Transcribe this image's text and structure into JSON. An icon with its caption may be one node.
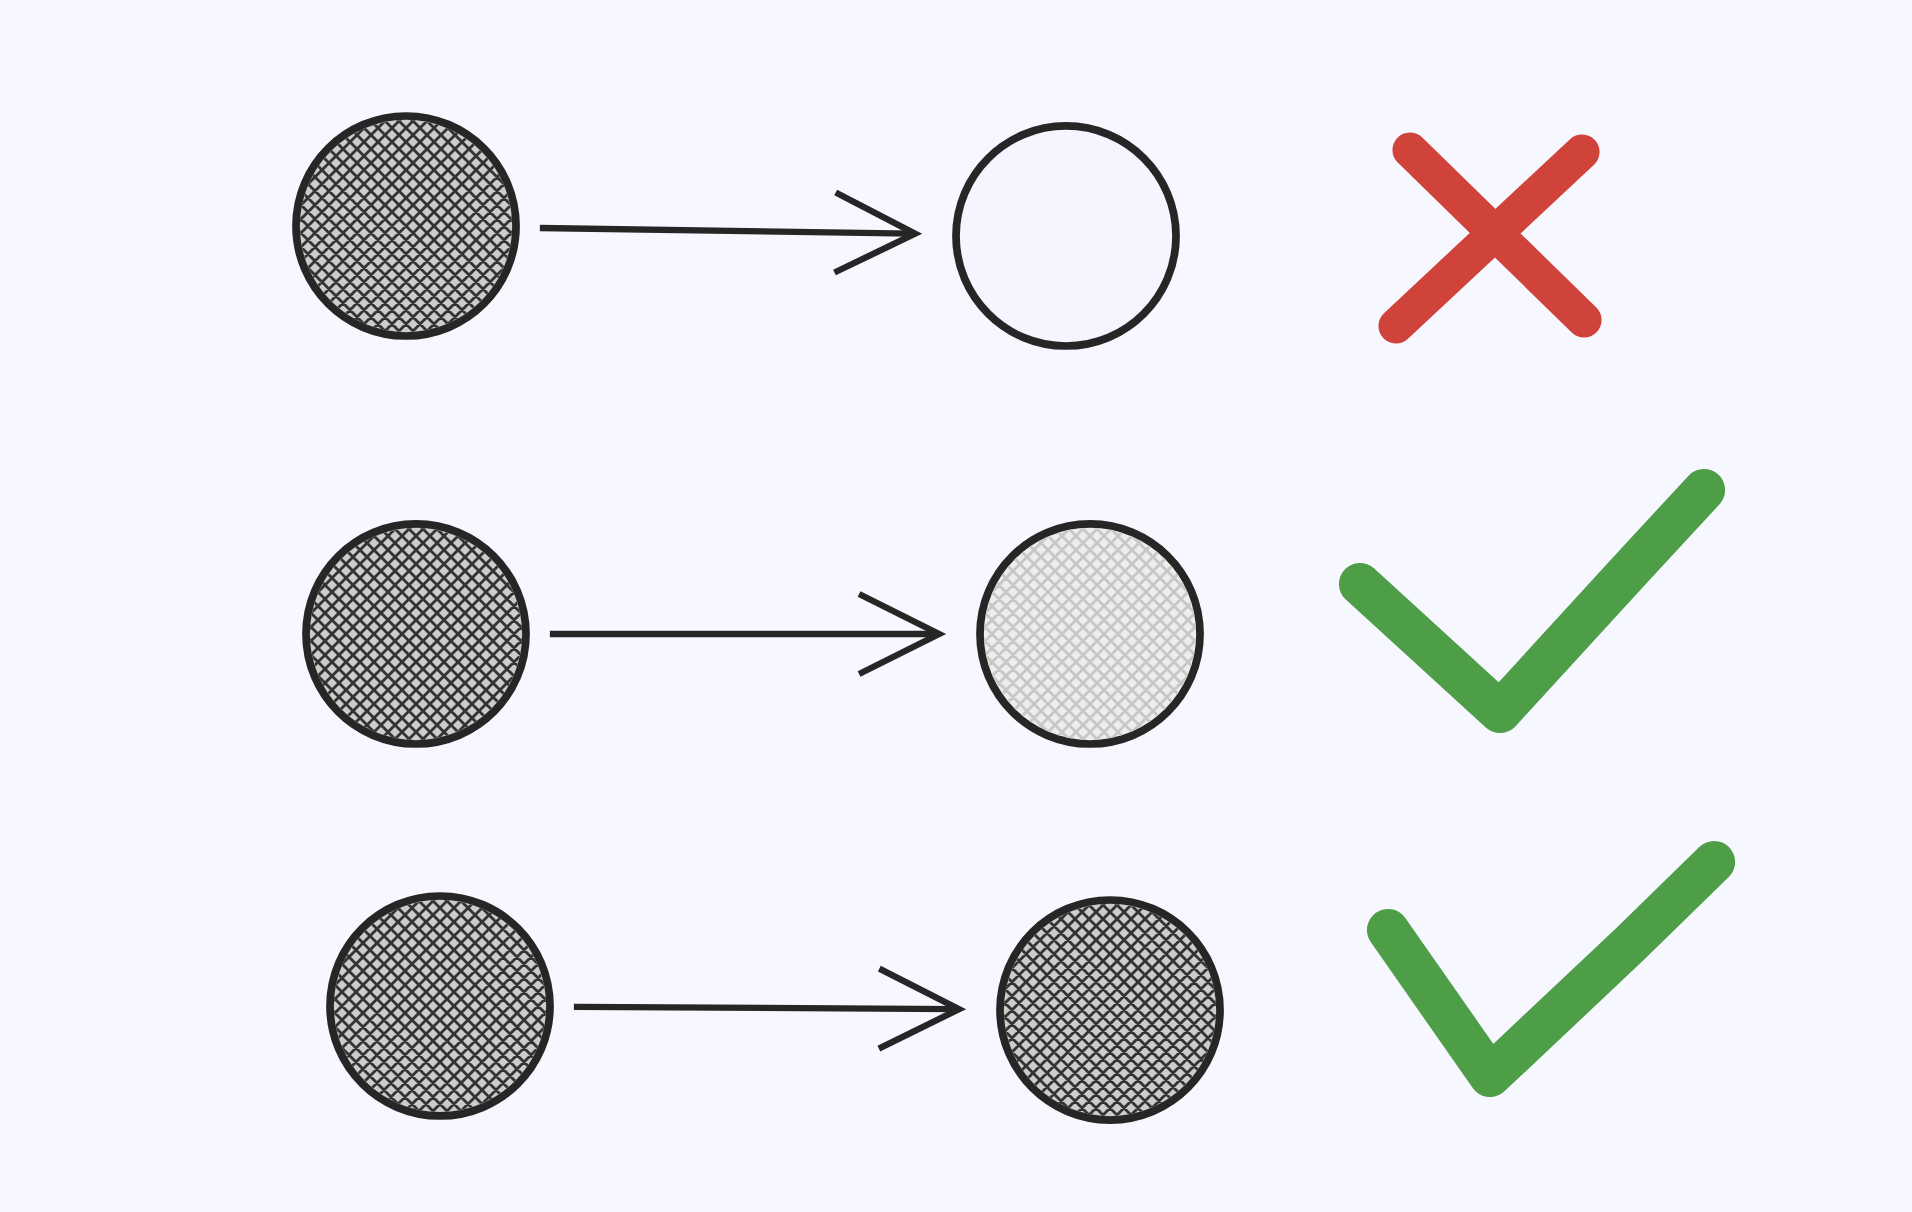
{
  "diagram": {
    "nodes": [
      {
        "text": [],
        "shape": "circle"
      },
      {
        "text": [],
        "shape": "circle"
      },
      {
        "text": [],
        "shape": "circle"
      },
      {
        "text": [],
        "shape": "circle"
      },
      {
        "text": [],
        "shape": "circle"
      },
      {
        "text": [],
        "shape": "circle"
      }
    ],
    "edges": [
      {
        "from": 0,
        "to": 1,
        "arrow": "to"
      },
      {
        "from": 2,
        "to": 3,
        "arrow": "to"
      },
      {
        "from": 4,
        "to": 5,
        "arrow": "to"
      }
    ]
  }
}
